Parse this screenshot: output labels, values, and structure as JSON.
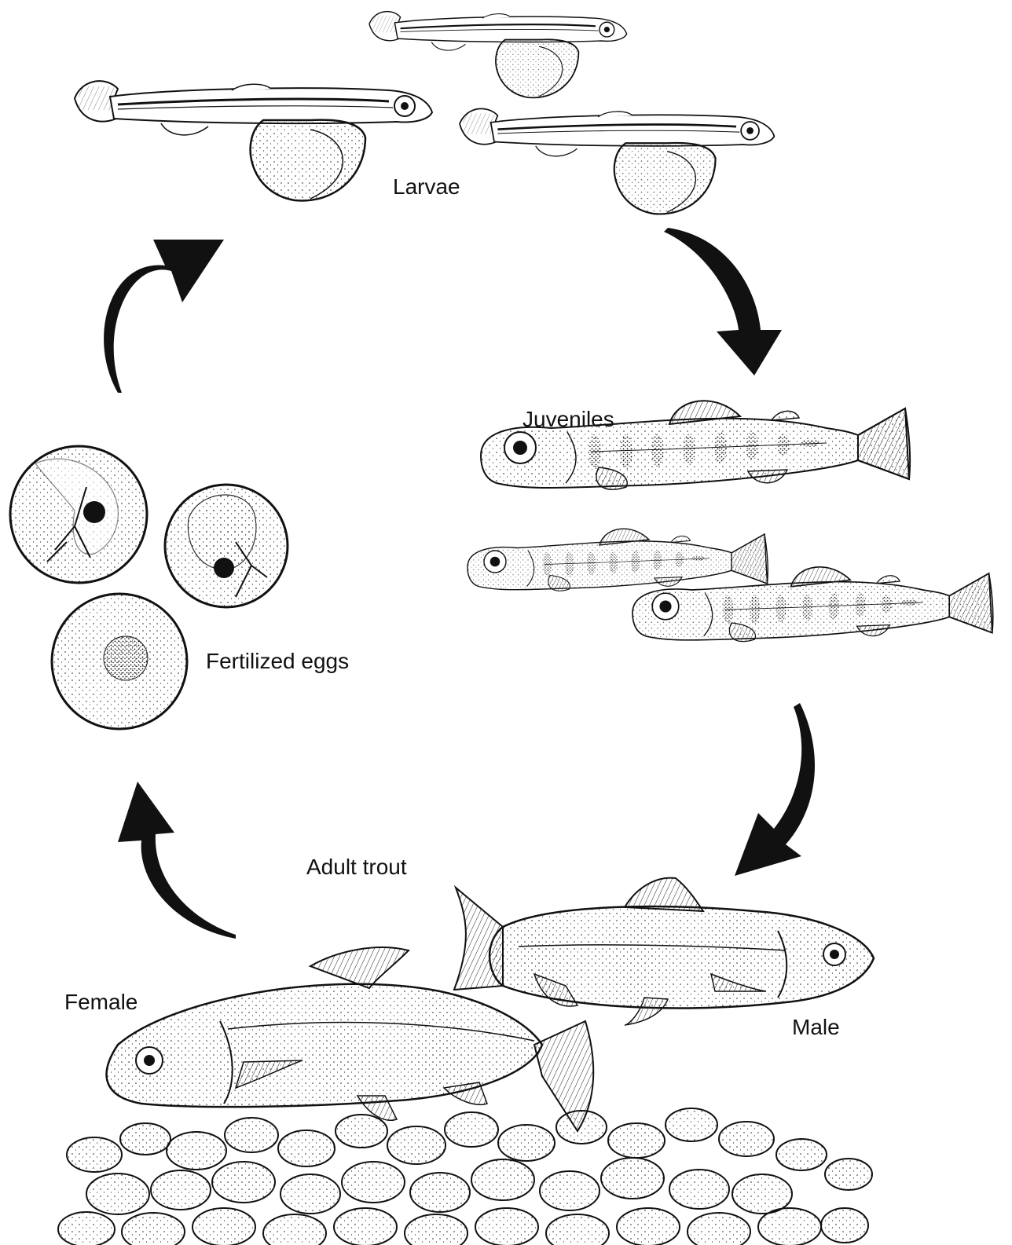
{
  "labels": {
    "larvae": "Larvae",
    "juveniles": "Juveniles",
    "fertilized_eggs": "Fertilized eggs",
    "adult_trout": "Adult trout",
    "female": "Female",
    "male": "Male"
  },
  "colors": {
    "ink": "#111111",
    "paper": "#ffffff",
    "stone_fill": "#f4f4f4"
  }
}
